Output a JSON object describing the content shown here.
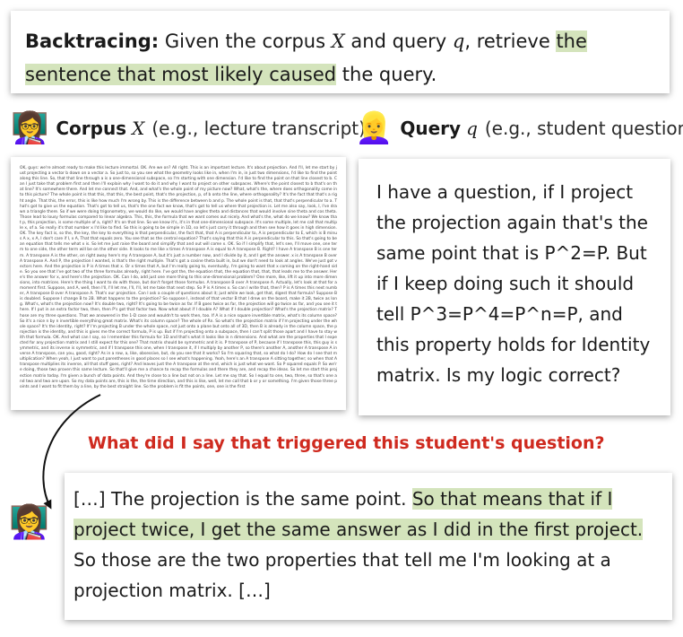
{
  "task": {
    "label": "Backtracing:",
    "text_1": "Given the corpus",
    "var_corpus": "X",
    "text_2": "and query",
    "var_query": "q",
    "text_3": ", retrieve",
    "highlight": "the sentence that most likely caused",
    "text_4": "the query."
  },
  "corpus_header": {
    "emoji": "👩‍🏫",
    "title": "Corpus",
    "var": "X",
    "subtitle": "(e.g., lecture transcript)"
  },
  "query_header": {
    "emoji": "👱‍♀️",
    "title": "Query",
    "var": "q",
    "subtitle": "(e.g., student question)"
  },
  "corpus_transcript": "OK, guys: we're almost ready to make this lecture immortal. OK. Are we on? All right. This is an important lecture. It's about projection. And I'll, let me start by just projecting a vector b down on a vector a. So just to, so you see what the geometry looks like in, when I'm in, in just two dimensions, I'd like to find the point along this line. So, that that line through a is a one-dimensional subspace, so I'm starting with one dimension. I'd like to find the point on that line closest to b. Can I just take that problem first and then I'll explain why I want to do it and why I want to project on other subspaces. Where's the point closest to b that's on that line? It's somewhere there. And let me connect that. And, and what's the whole point of my picture now? What, what's the, where does orthogonality come into this picture? The whole point is that this, that this, the best point, that's the projection, p, of b onto the line, where orthogonality? It's the fact that that's a right angle. That this, the error, this is like how much I'm wrong by. This is the difference between b and p. The whole point is that, that that's perpendicular to a. That's got to give us the equation. That's got to tell us, that's the one fact we know, that's got to tell us where that projection is. Let me also say, look, I, I've drawn a triangle there. So if we were doing trigonometry, we would do like, we would have angles theta and distances that would involve sine theta and cos theta. Those lead to lousy formulas compared to linear algebra. This, this, the formula that we want comes out nicely. And what's the, what do we know? We know that p, this projection, is some multiple of a, right? It's on that line. So we know it's, it's in that one-dimensional subspace. It's some multiple, let me call that multiple x, of a. So really it's that number x I'd like to find. So this is going to be simple in 1D, so let's just carry it through and then see how it goes in high dimension. OK. The key fact is, so the, the key, the key to everything is that perpendicular, the fact that, that A is perpendicular to, A is perpendicular to E, which is B minus A x, x A, I don't care if I, x A, That that equals zero. You see that as the central equation? That's saying that this A is perpendicular to this. So that's going to be an equation that tells me what x is. So let me just raise the board and simplify that and out will come x. OK. So if I simplify that, let's see, I'll move one, one term to one side, the other term will be on the other side. It looks to me like x times A transpose A is equal to A transpose B. Right? I have A transpose B is one term. A transpose A is the other, on right away here's my A transpose A, but it's just a number now, and I divide by it, and I get the answer. x is A transpose B over A transpose A. And P, the projection I wanted, is that's the right multiple. That's got a cosine theta built in, but we don't need to look at angles. We've just got vectors here. And the projection is P is A times that x. Or x times that A, but I'm really going to, eventually, I'm going to want that x coming on the right-hand side. So you see that I've got two of the three formulas already, right here. I've got the, the equation that, the equation that, that, that leads me to the answer. Here's the answer for x, and here's the projection. OK. Can I do, add just one more thing to this one-dimensional problem? One more, like, lift it up into more dimensions, into matrices. Here's the thing I want to do with those, but don't forget those formulas. A transpose B over A transpose A. Actually, let's look at that for a moment first. Suppose, and A, well, then I'll, I'll let me, I'll, I'll, let me take that next step. So P is A times x. So can I write that, then? P is A times this next number, A transpose B over A transpose A. That's our projection. Can I ask a couple of questions about it; just while we look, get that, digest that formula? Suppose B is doubled. Suppose I change B to 2B. What happens to the projection? So suppose I, instead of that vector B that I drew on the board, make it 2B, twice as long. What's, what's the projection now? It's double two, right? It's going to be twice as far. If B goes twice as far, the projection will go twice as far, and you see it there. If I put in an extra factor two, then, then P's got that factor two. Now what about if I double A? What if I double projection? What's the projection matrix? Those are my three questions. That we answered in the 1-D case and wouldn't to work then, too. If A is a nice square invertible matrix, what's its column space? So it's a nice n by n invertible everything great matrix. What's its column space? The whole of Rn. So what's the projection matrix if I'm projecting under the whole space? It's the identity, right? If I'm projecting B under the whole space, not just onto a plane but onto all of 3D, then B is already in the column space, the projection is the identity, and this is gives me the correct formula, P is up. But if I'm projecting onto a subspace, then I can't split those apart and I have to stay with that formula. OK. And what can I say, so I remember this formula for 1D and that's what it looks like in n dimensions. And what are the properties that I expected for any projection matrix and I still expect for this one? That matrix should be symmetric and it is. P transpose of P, because if I transpose this, this guy is symmetric, and its inverse is symmetric, and if I transpose this one, when I transpose it, if I multiply by another P, so there's another A, another A transpose A inverse A transpose, can you, good, right? As in a row, a, like, obsessive, but, do you see that it works? So I'm squaring that, so what do I do? How do I see that multiplication? When yeah, I just want to put parentheses in good places so I see what's happening. Yeah, here's an A transpose A sitting together; so when that A transpose multiplies its inverse, all that stuff goes, right? And leaves just the A transpose at the end, which is just what we want. So P squared equals P. So we're doing, those two proven this same lecture. So that'll give me a chance to recap the formulas and there they are, and recap the ideas. So let me start this projection matrix today. I'm given a bunch of data points. And they're close to a line but not on a line. Let me say that. So I equal to one, two, three, so that's one and two and two are upon. So my data points are, this is the, the time direction, and this is like, well, let me call that b or y or something. I'm given those three points and I want to fit them by a line, by the best straight line. So the problem is fit the points, one, one is the first",
  "student_question": "I have a question, if I project the projection again that's the same point that is P^2=P. But if I keep doing such it should tell P^3=P^4=P^n=P, and this property holds for Identity matrix. Is my logic correct?",
  "trigger_question": "What did I say that triggered this student's question?",
  "answer": {
    "prefix": "[…] The projection is the same point.",
    "highlight": "So that means that if I project twice, I get the same answer as I did in the first project.",
    "suffix": "So those are the two properties that tell me I'm looking at a projection matrix. […]"
  },
  "bottom_persona_emoji": "👩‍🏫",
  "colors": {
    "highlight": "#d4e4bc",
    "trigger_question": "#cf2a1f"
  }
}
